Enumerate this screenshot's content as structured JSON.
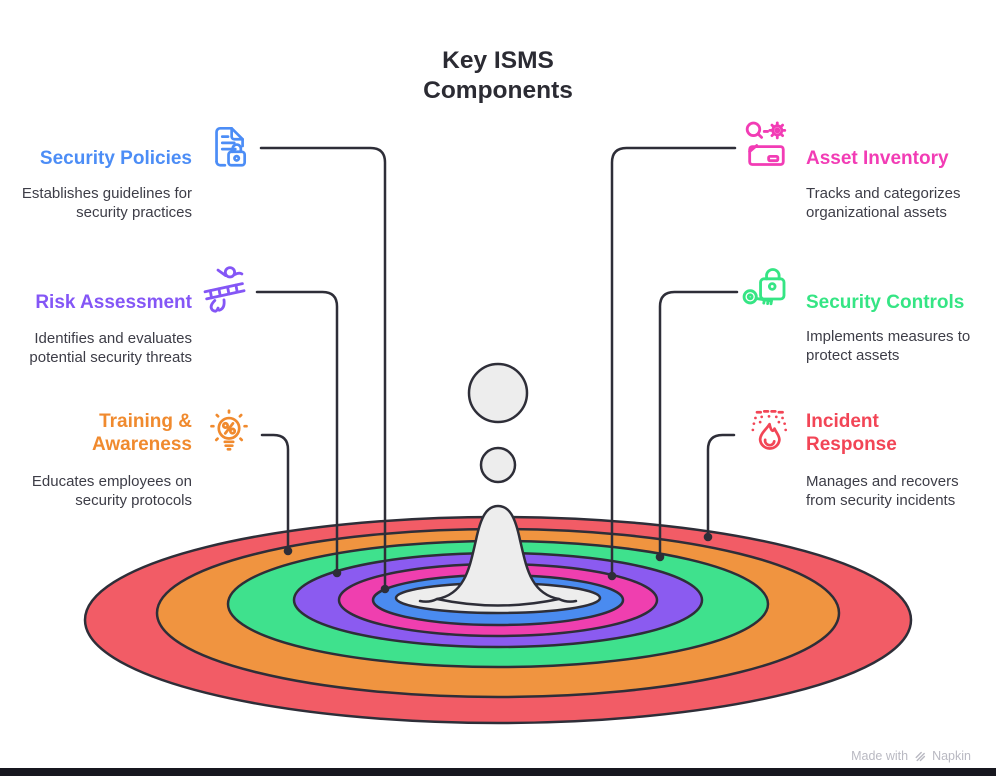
{
  "title": "Key ISMS Components",
  "items": [
    {
      "label": "Security Policies",
      "description": "Establishes guidelines for security practices",
      "color": "#4c8df6",
      "icon": "document-lock-icon",
      "side": "left"
    },
    {
      "label": "Risk Assessment",
      "description": "Identifies and evaluates potential security threats",
      "color": "#8456f6",
      "icon": "hazard-crossing-icon",
      "side": "left"
    },
    {
      "label": "Training & Awareness",
      "description": "Educates employees on security protocols",
      "color": "#f08a2e",
      "icon": "lightbulb-icon",
      "side": "left"
    },
    {
      "label": "Asset Inventory",
      "description": "Tracks and categorizes organizational assets",
      "color": "#f23cb5",
      "icon": "inventory-search-gear-icon",
      "side": "right"
    },
    {
      "label": "Security Controls",
      "description": "Implements measures to protect assets",
      "color": "#35e584",
      "icon": "lock-and-key-icon",
      "side": "right"
    },
    {
      "label": "Incident Response",
      "description": "Manages and recovers from security incidents",
      "color": "#f24556",
      "icon": "fire-sprinkler-icon",
      "side": "right"
    }
  ],
  "ripple": {
    "outline_color": "#2e2e38",
    "pool_color": "#ededed",
    "colors": {
      "red": "#f25c66",
      "orange": "#f09440",
      "green": "#3fe18d",
      "purple": "#8b5bf0",
      "magenta": "#ef3faf",
      "blue": "#4a8bf0"
    }
  },
  "watermark": {
    "text": "Made with",
    "brand": "Napkin"
  }
}
